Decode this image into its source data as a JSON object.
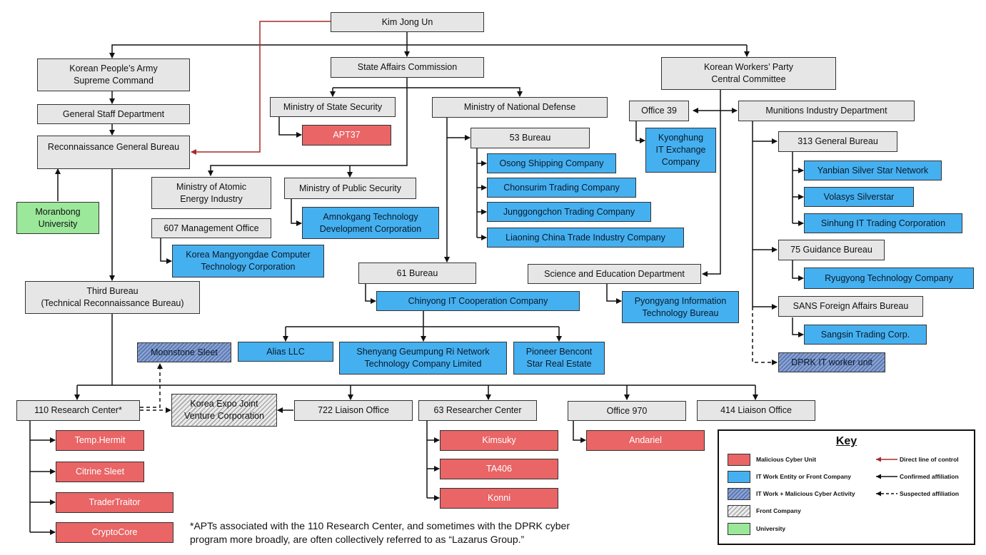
{
  "nodes": {
    "kim": "Kim Jong Un",
    "kpa": "Korean People’s Army\nSupreme Command",
    "sac": "State Affairs Commission",
    "kwp": "Korean Workers’ Party\nCentral Committee",
    "gsd": "General Staff Department",
    "mss": "Ministry of State Security",
    "mnd": "Ministry of National Defense",
    "office39": "Office 39",
    "mid": "Munitions Industry Department",
    "rgb": "Reconnaissance General Bureau",
    "apt37": "APT37",
    "bureau53": "53 Bureau",
    "kyonghung": "Kyonghung\nIT Exchange\nCompany",
    "gb313": "313 General Bureau",
    "osong": "Osong Shipping Company",
    "yanbian": "Yanbian Silver Star Network",
    "maei": "Ministry of Atomic\nEnergy Industry",
    "mps": "Ministry of Public Security",
    "chonsurim": "Chonsurim Trading Company",
    "volasys": "Volasys Silverstar",
    "moranbong": "Moranbong\nUniversity",
    "junggongchon": "Junggongchon Trading Company",
    "amnokgang": "Amnokgang Technology\nDevelopment Corporation",
    "sinhung": "Sinhung IT Trading Corporation",
    "mo607": "607 Management Office",
    "liaoning": "Liaoning China Trade Industry Company",
    "mangyongdae": "Korea Mangyongdae Computer\nTechnology Corporation",
    "gb75": "75 Guidance Bureau",
    "bureau61": "61 Bureau",
    "sed": "Science and Education Department",
    "ryugyong": "Ryugyong Technology Company",
    "third": "Third Bureau\n(Technical Reconnaissance Bureau)",
    "chinyong": "Chinyong IT Cooperation Company",
    "pyongyang": "Pyongyang Information\nTechnology Bureau",
    "sans": "SANS Foreign Affairs Bureau",
    "sangsin": "Sangsin Trading Corp.",
    "moonstone": "Moonstone Sleet",
    "alias": "Alias LLC",
    "shenyang": "Shenyang Geumpung Ri Network\nTechnology Company Limited",
    "pioneer": "Pioneer Bencont\nStar Real Estate",
    "itworker": "DPRK IT worker unit",
    "rc110": "110 Research Center*",
    "expo": "Korea Expo Joint\nVenture Corporation",
    "lo722": "722 Liaison Office",
    "rc63": "63 Researcher Center",
    "office970": "Office 970",
    "lo414": "414 Liaison Office",
    "temphermit": "Temp.Hermit",
    "kimsuky": "Kimsuky",
    "andariel": "Andariel",
    "citrine": "Citrine Sleet",
    "ta406": "TA406",
    "tradertraitor": "TraderTraitor",
    "konni": "Konni",
    "cryptocore": "CryptoCore"
  },
  "footnote": "*APTs associated with the 110 Research Center, and sometimes with the DPRK cyber program more broadly, are often collectively referred to as “Lazarus Group.”",
  "key": {
    "title": "Key",
    "categories": [
      {
        "label": "Malicious Cyber Unit",
        "color": "#e96566"
      },
      {
        "label": "IT Work Entity or Front Company",
        "color": "#45b0f0"
      },
      {
        "label": "IT Work + Malicious Cyber Activity",
        "color": "#7590c8"
      },
      {
        "label": "Front Company",
        "color": "#cccccc"
      },
      {
        "label": "University",
        "color": "#9be89b"
      }
    ],
    "lines": [
      {
        "label": "Direct line of control",
        "color": "#a52a2a"
      },
      {
        "label": "Confirmed affiliation",
        "color": "#111111"
      },
      {
        "label": "Suspected affiliation",
        "color": "#111111"
      }
    ]
  }
}
